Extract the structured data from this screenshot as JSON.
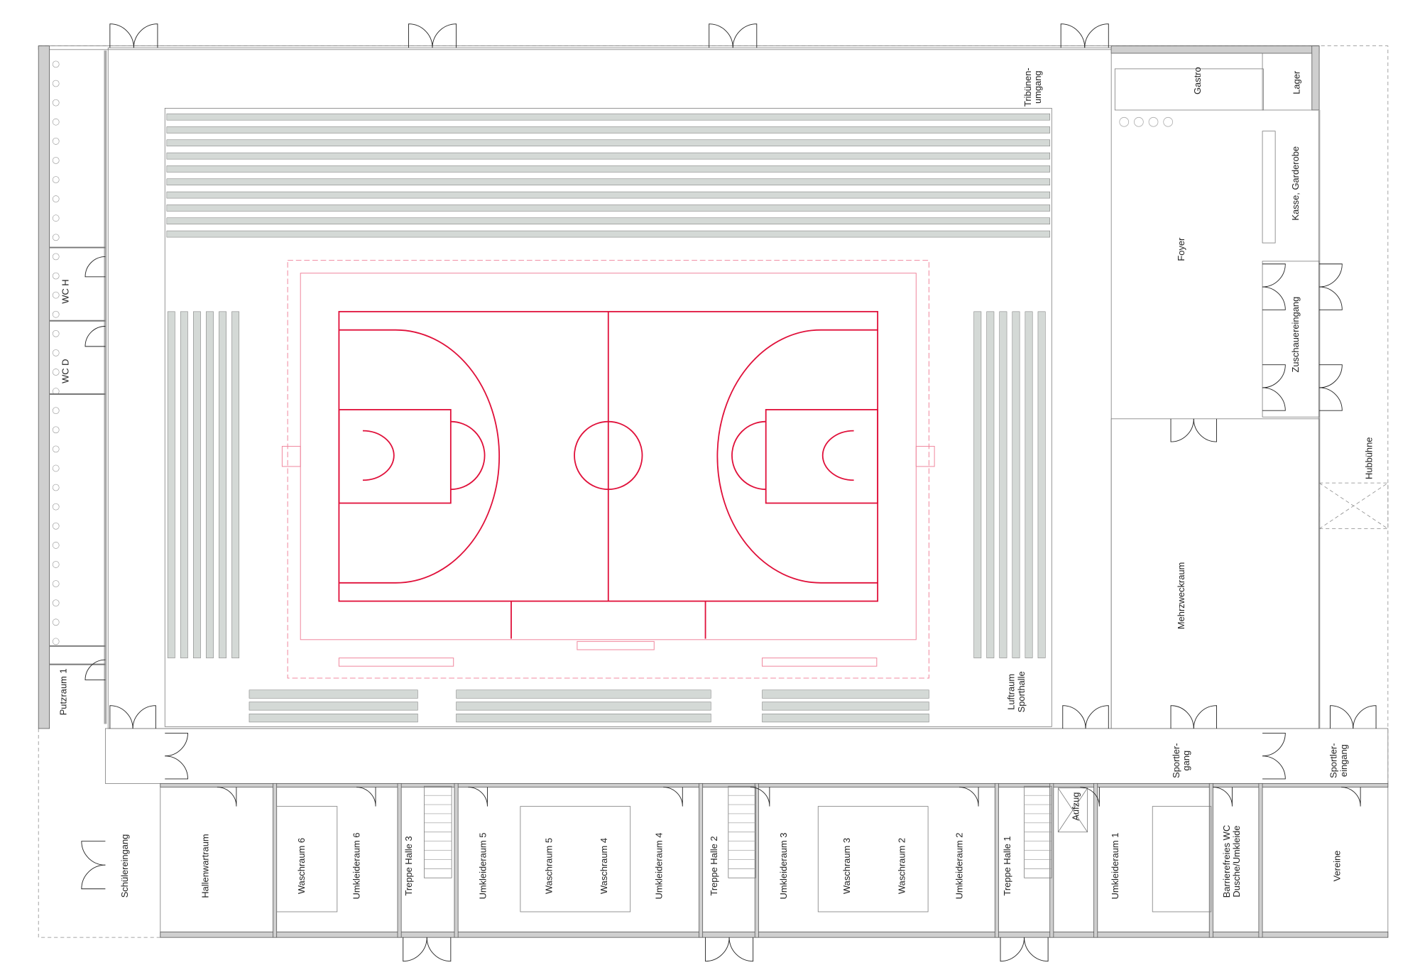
{
  "colors": {
    "court_lines": "#e0103a",
    "court_outer": "#f08aa0",
    "tribune": "#d4d9d6",
    "wall": "#cfcfcf"
  },
  "rooms": {
    "tribuenenumgang": [
      "Tribünen-",
      "umgang"
    ],
    "gastro": "Gastro",
    "lager": "Lager",
    "kasse": "Kasse, Garderobe",
    "foyer": "Foyer",
    "zuschauereingang": "Zuschauereingang",
    "hubbuehne": "Hubbühne",
    "mehrzweckraum": "Mehrzweckraum",
    "luftraum": [
      "Luftraum",
      "Sporthalle"
    ],
    "wc_h": "WC H",
    "wc_d": "WC D",
    "putzraum": "Putzraum 1",
    "sportlergang": [
      "Sportler-",
      "gang"
    ],
    "sportlereingang": [
      "Sportler-",
      "eingang"
    ],
    "schuelereingang": "Schülereingang",
    "hallenwartraum": "Hallenwartraum",
    "waschraum6": "Waschraum 6",
    "umkleide6": "Umkleideraum 6",
    "treppe3": "Treppe Halle 3",
    "umkleide5": "Umkleideraum 5",
    "waschraum5": "Waschraum 5",
    "waschraum4": "Waschraum 4",
    "umkleide4": "Umkleideraum 4",
    "treppe2": "Treppe Halle 2",
    "umkleide3": "Umkleideraum 3",
    "waschraum3": "Waschraum 3",
    "waschraum2": "Waschraum 2",
    "umkleide2": "Umkleideraum 2",
    "treppe1": "Treppe Halle 1",
    "aufzug": "Aufzug",
    "umkleide1": "Umkleideraum 1",
    "barrierefrei": [
      "Barrierefreies WC",
      "Dusche/Umkleide"
    ],
    "vereine": "Vereine"
  }
}
